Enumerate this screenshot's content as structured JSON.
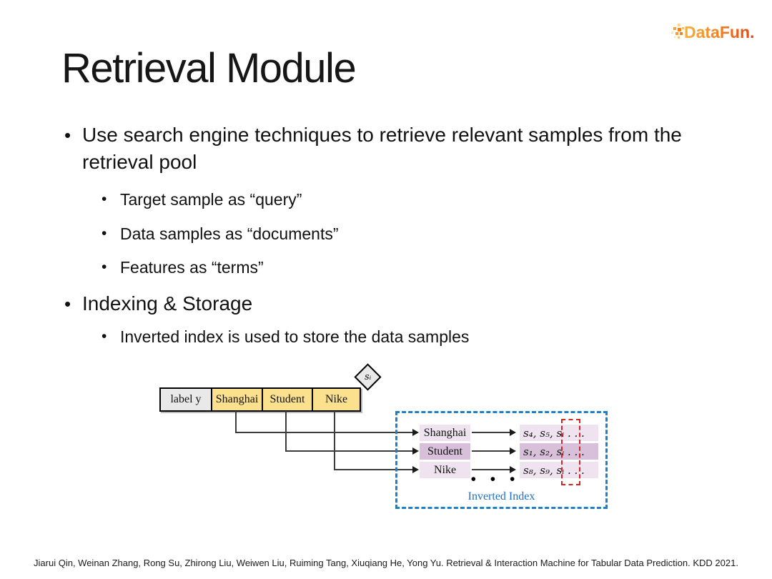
{
  "logo": {
    "text": "DataFun."
  },
  "title": "Retrieval Module",
  "bullets": [
    {
      "level": 1,
      "text": "Use search engine techniques to retrieve relevant samples from the retrieval pool"
    },
    {
      "level": 2,
      "text": "Target sample as “query”"
    },
    {
      "level": 2,
      "text": "Data samples as “documents”"
    },
    {
      "level": 2,
      "text": "Features as “terms”"
    },
    {
      "level": 1,
      "text": "Indexing & Storage"
    },
    {
      "level": 2,
      "text": "Inverted index is used to store the data samples"
    }
  ],
  "diagram": {
    "sample_row": {
      "cells": [
        {
          "label": "label y",
          "type": "label"
        },
        {
          "label": "Shanghai",
          "type": "feature"
        },
        {
          "label": "Student",
          "type": "feature"
        },
        {
          "label": "Nike",
          "type": "feature"
        }
      ],
      "sample_id": "sᵢ"
    },
    "inverted_index": {
      "caption": "Inverted Index",
      "rows": [
        {
          "key": "Shanghai",
          "postings": "s₄, s₅, sᵢ . . ."
        },
        {
          "key": "Student",
          "postings": "s₁, s₂, sᵢ . . ."
        },
        {
          "key": "Nike",
          "postings": "s₈, s₉, sᵢ . . ."
        }
      ],
      "ellipsis": "• • •"
    },
    "colors": {
      "cell_yellow": "#fbe08e",
      "cell_gray": "#e9e9e9",
      "row_light": "#efe3f0",
      "row_dark": "#d8c0da",
      "index_border_blue": "#1e80c8",
      "caption_blue": "#1c6fc5",
      "highlight_red": "#cf2526",
      "logo_gradient_start": "#f9b234",
      "logo_gradient_end": "#e8400c"
    }
  },
  "footer": {
    "citation": "Jiarui Qin, Weinan Zhang, Rong Su, Zhirong Liu, Weiwen Liu, Ruiming Tang, Xiuqiang He, Yong Yu. Retrieval & Interaction Machine for Tabular Data Prediction. KDD 2021."
  }
}
